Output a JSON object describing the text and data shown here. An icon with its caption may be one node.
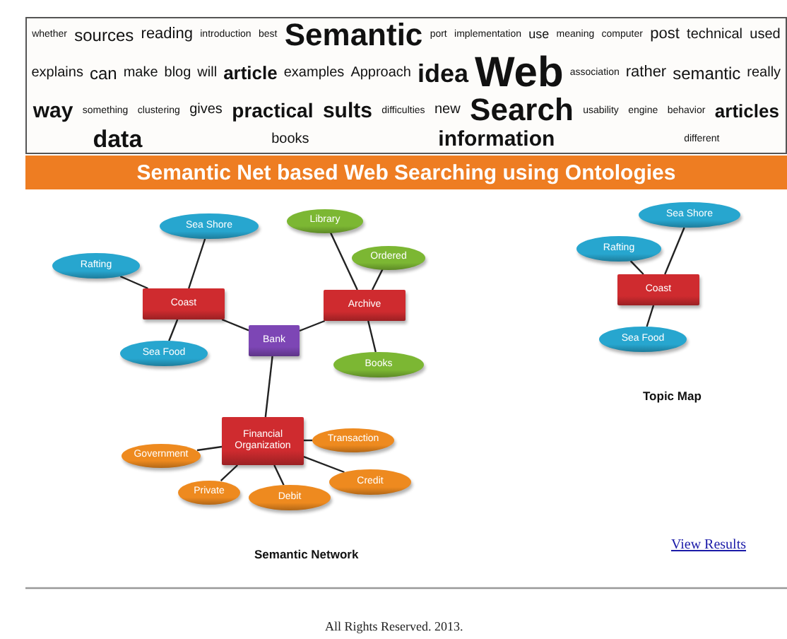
{
  "diagram": {
    "title": "Semantic Net based Web Searching using Ontologies",
    "nodes": [
      {
        "text": [
          "Sea Shore"
        ]
      },
      {
        "text": [
          "Rafting"
        ]
      },
      {
        "text": [
          "Coast"
        ]
      },
      {
        "text": [
          "Sea Food"
        ]
      },
      {
        "text": [
          "Library"
        ]
      },
      {
        "text": [
          "Ordered"
        ]
      },
      {
        "text": [
          "Archive"
        ]
      },
      {
        "text": [
          "Books"
        ]
      },
      {
        "text": [
          "Bank"
        ]
      },
      {
        "text": [
          "Financial Organization"
        ]
      },
      {
        "text": [
          "Government"
        ]
      },
      {
        "text": [
          "Private"
        ]
      },
      {
        "text": [
          "Debit"
        ]
      },
      {
        "text": [
          "Transaction"
        ]
      },
      {
        "text": [
          "Credit"
        ]
      },
      {
        "text": [
          "Sea Shore"
        ]
      },
      {
        "text": [
          "Rafting"
        ]
      },
      {
        "text": [
          "Coast"
        ]
      },
      {
        "text": [
          "Sea Food"
        ]
      }
    ],
    "edges": [
      {
        "from": 2,
        "to": 0,
        "arrow": "none"
      },
      {
        "from": 2,
        "to": 1,
        "arrow": "none"
      },
      {
        "from": 2,
        "to": 3,
        "arrow": "none"
      },
      {
        "from": 2,
        "to": 8,
        "arrow": "none"
      },
      {
        "from": 6,
        "to": 4,
        "arrow": "none"
      },
      {
        "from": 6,
        "to": 5,
        "arrow": "none"
      },
      {
        "from": 6,
        "to": 7,
        "arrow": "none"
      },
      {
        "from": 8,
        "to": 6,
        "arrow": "none"
      },
      {
        "from": 8,
        "to": 9,
        "arrow": "none"
      },
      {
        "from": 9,
        "to": 10,
        "arrow": "none"
      },
      {
        "from": 9,
        "to": 11,
        "arrow": "none"
      },
      {
        "from": 9,
        "to": 12,
        "arrow": "none"
      },
      {
        "from": 9,
        "to": 13,
        "arrow": "none"
      },
      {
        "from": 9,
        "to": 14,
        "arrow": "none"
      },
      {
        "from": 17,
        "to": 15,
        "arrow": "none"
      },
      {
        "from": 17,
        "to": 16,
        "arrow": "none"
      },
      {
        "from": 17,
        "to": 18,
        "arrow": "none"
      }
    ],
    "labels": [
      "whether",
      "sources",
      "reading",
      "introduction",
      "best",
      "Semantic",
      "port",
      "implementation",
      "use",
      "meaning",
      "computer",
      "post",
      "technical",
      "used",
      "explains",
      "can",
      "make",
      "blog",
      "will",
      "article",
      "examples",
      "Approach",
      "idea",
      "Web",
      "association",
      "rather",
      "semantic",
      "really",
      "way",
      "something",
      "clustering",
      "gives",
      "practical",
      "sults",
      "difficulties",
      "new",
      "Search",
      "usability",
      "engine",
      "behavior",
      "articles",
      "data",
      "books",
      "information",
      "different",
      "Semantic Network",
      "Topic Map",
      "View Results",
      "All Rights Reserved. 2013."
    ]
  }
}
